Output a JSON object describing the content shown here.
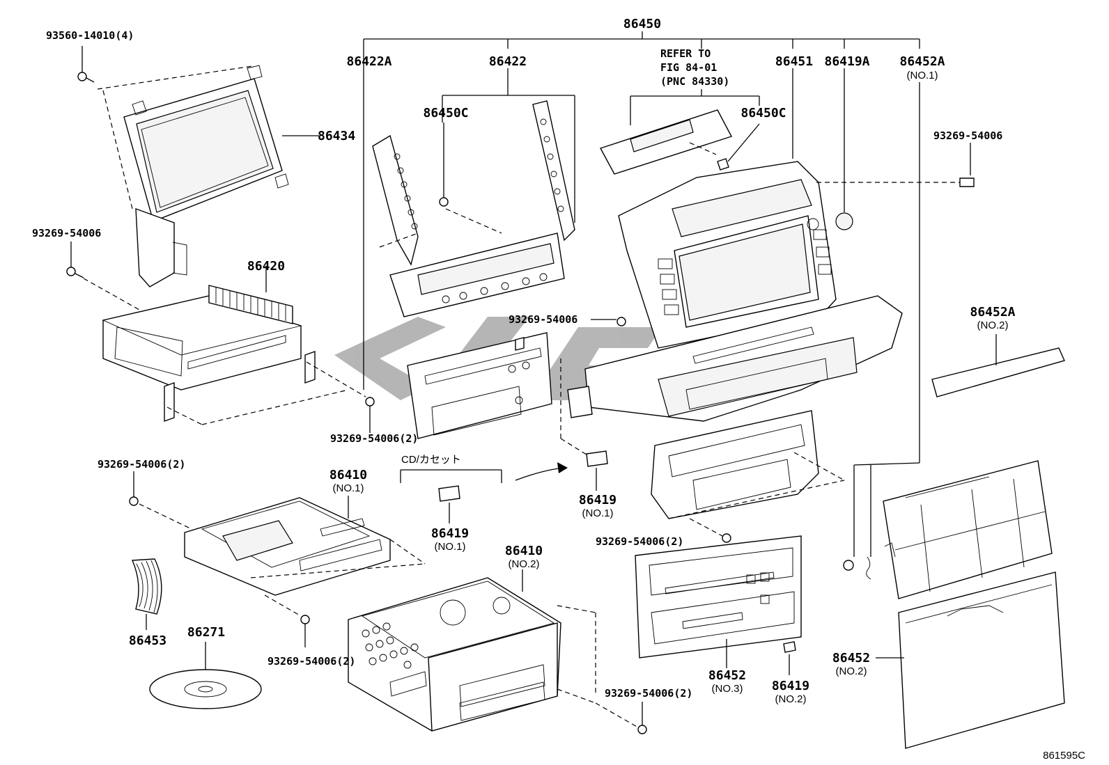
{
  "diagram": {
    "labels": {
      "top_assembly": "86450",
      "p86422A": "86422A",
      "p86422": "86422",
      "refer_line1": "REFER TO",
      "refer_line2": "FIG 84-01",
      "refer_line3": "(PNC 84330)",
      "p86451": "86451",
      "p86419A": "86419A",
      "p86452A_top": "86452A",
      "p86452A_top_sub": "(NO.1)",
      "p86450C_left": "86450C",
      "p86450C_right": "86450C",
      "bolt_93560": "93560-14010(4)",
      "p86434": "86434",
      "bolt_54006_a": "93269-54006",
      "bolt_54006_b": "93269-54006",
      "bolt_54006_c": "93269-54006",
      "p86420": "86420",
      "bolt_54006_2a": "93269-54006(2)",
      "p86452A_right": "86452A",
      "p86452A_right_sub": "(NO.2)",
      "bolt_54006_2b": "93269-54006(2)",
      "p86410_a": "86410",
      "p86410_a_sub": "(NO.1)",
      "cd_cassette": "CD/カセット",
      "p86419_a": "86419",
      "p86419_a_sub": "(NO.1)",
      "p86419_b": "86419",
      "p86419_b_sub": "(NO.1)",
      "bolt_54006_2c": "93269-54006(2)",
      "p86410_b": "86410",
      "p86410_b_sub": "(NO.2)",
      "p86453": "86453",
      "p86271": "86271",
      "bolt_54006_2d": "93269-54006(2)",
      "bolt_54006_2e": "93269-54006(2)",
      "p86452_no3": "86452",
      "p86452_no3_sub": "(NO.3)",
      "p86419_c": "86419",
      "p86419_c_sub": "(NO.2)",
      "p86452_no2": "86452",
      "p86452_no2_sub": "(NO.2)",
      "figure_code": "861595C"
    }
  }
}
